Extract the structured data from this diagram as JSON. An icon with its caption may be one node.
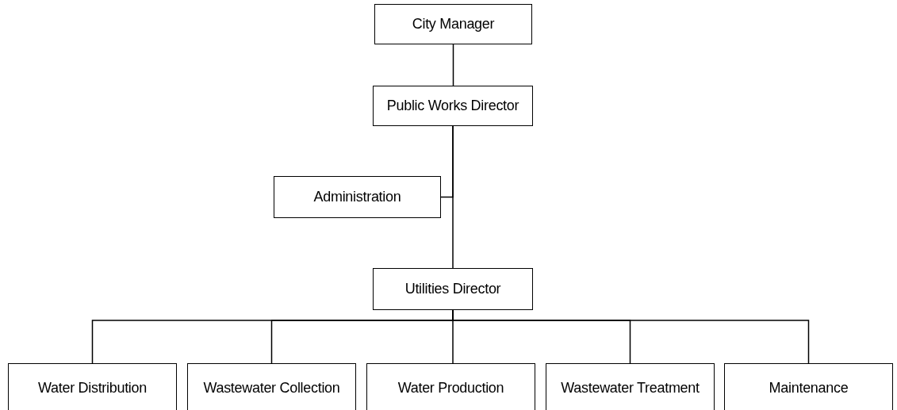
{
  "diagram": {
    "nodes": [
      {
        "text": [
          "City Manager"
        ]
      },
      {
        "text": [
          "Public Works Director"
        ]
      },
      {
        "text": [
          "Administration"
        ]
      },
      {
        "text": [
          "Utilities Director"
        ]
      },
      {
        "text": [
          "Water Distribution"
        ]
      },
      {
        "text": [
          "Wastewater Collection"
        ]
      },
      {
        "text": [
          "Water Production"
        ]
      },
      {
        "text": [
          "Wastewater Treatment"
        ]
      },
      {
        "text": [
          "Maintenance"
        ]
      }
    ],
    "edges": [
      {
        "from": 0,
        "to": 1,
        "arrow": "none"
      },
      {
        "from": 1,
        "to": 2,
        "arrow": "none"
      },
      {
        "from": 1,
        "to": 3,
        "arrow": "none"
      },
      {
        "from": 3,
        "to": 4,
        "arrow": "none"
      },
      {
        "from": 3,
        "to": 5,
        "arrow": "none"
      },
      {
        "from": 3,
        "to": 6,
        "arrow": "none"
      },
      {
        "from": 3,
        "to": 7,
        "arrow": "none"
      },
      {
        "from": 3,
        "to": 8,
        "arrow": "none"
      }
    ]
  }
}
